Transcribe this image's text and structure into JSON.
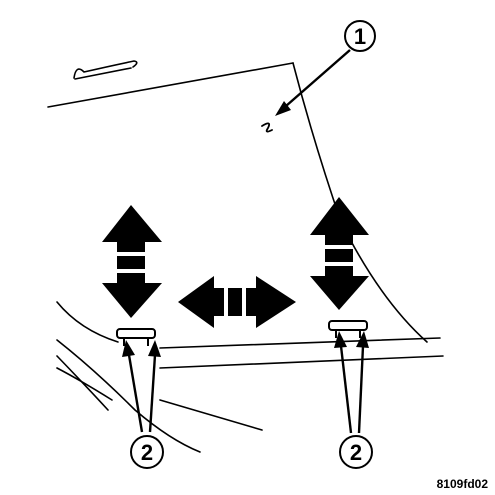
{
  "callouts": {
    "one": "1",
    "two_left": "2",
    "two_right": "2"
  },
  "figure_code": "8109fd02",
  "colors": {
    "line": "#000000",
    "background": "#ffffff"
  }
}
